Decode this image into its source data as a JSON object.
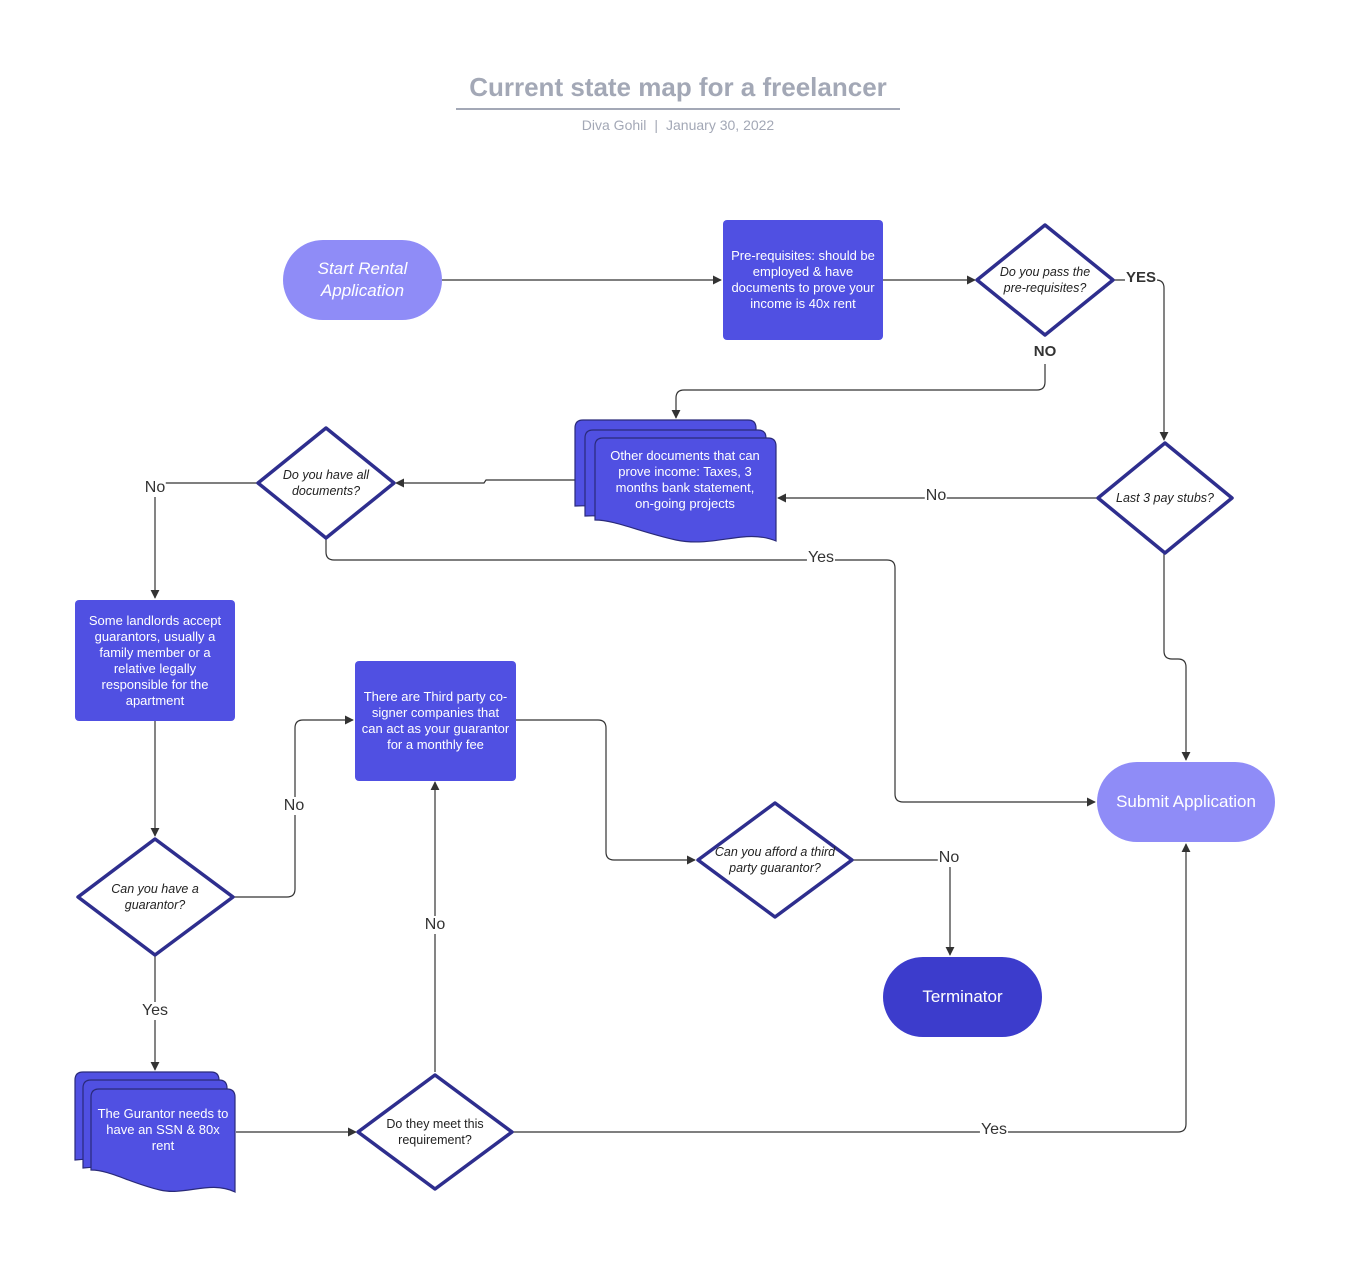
{
  "header": {
    "title": "Current state map for a freelancer",
    "author": "Diva Gohil",
    "separator": "|",
    "date": "January 30, 2022"
  },
  "colors": {
    "terminal_light": "#8f8cf7",
    "process": "#5050e2",
    "terminal_dark": "#3c3ccc",
    "decision_stroke": "#2e2e8e",
    "edge": "#333333",
    "header_text": "#a3a8b6"
  },
  "nodes": {
    "start": "Start Rental Application",
    "prereq": "Pre-requisites: should be employed & have documents to prove your income is 40x rent",
    "pass_prereq": "Do you pass the pre-requisites?",
    "pay_stubs": "Last 3 pay stubs?",
    "other_docs": "Other documents that can prove income: Taxes, 3 months bank statement, on-going projects",
    "all_docs": "Do you have all documents?",
    "landlords": "Some landlords accept guarantors, usually a family member or a relative legally responsible for the apartment",
    "third_party": "There are Third party co-signer companies that can act as your guarantor for a monthly fee",
    "submit": "Submit Application",
    "have_guarantor": "Can you have a guarantor?",
    "afford_guarantor": "Can you afford a third party guarantor?",
    "terminator": "Terminator",
    "guarantor_needs": "The Gurantor needs to have an SSN & 80x rent",
    "meet_req": "Do they meet this requirement?"
  },
  "edge_labels": {
    "yes_prereq": "YES",
    "no_prereq": "NO",
    "no_stubs": "No",
    "no_docs": "No",
    "yes_docs": "Yes",
    "no_have_guarantor": "No",
    "yes_have_guarantor": "Yes",
    "no_afford": "No",
    "no_meet": "No",
    "yes_meet": "Yes"
  }
}
